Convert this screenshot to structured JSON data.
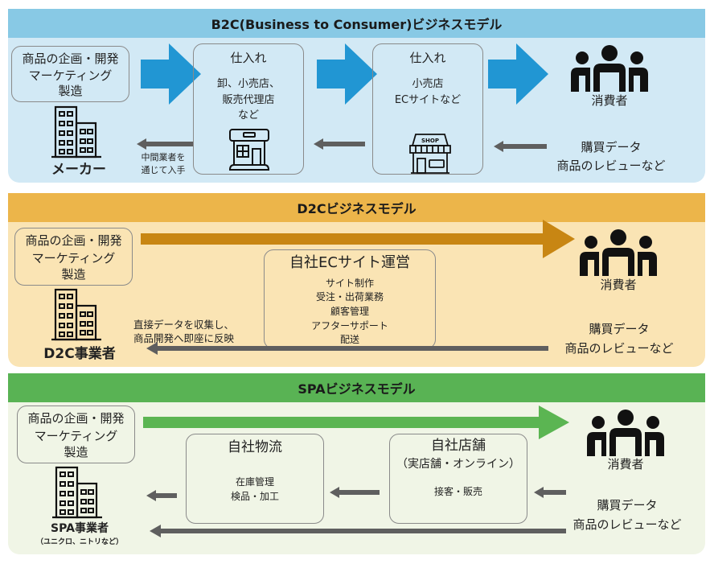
{
  "colors": {
    "b2c_header": "#88c9e5",
    "b2c_body": "#d2e9f5",
    "b2c_arrow": "#2196d3",
    "d2c_header": "#ecb54a",
    "d2c_body": "#fae4b4",
    "d2c_arrow": "#c88613",
    "spa_header": "#59b354",
    "spa_body": "#f0f5e6",
    "spa_arrow": "#5bb552",
    "return_arrow": "#5f5f5f"
  },
  "b2c": {
    "title": "B2C(Business to Consumer)ビジネスモデル",
    "maker_box": [
      "商品の企画・開発",
      "マーケティング",
      "製造"
    ],
    "maker_label": "メーカー",
    "return_note": [
      "中間業者を",
      "通じて入手"
    ],
    "wholesale_box": {
      "title": "仕入れ",
      "lines": [
        "卸、小売店、",
        "販売代理店",
        "など"
      ]
    },
    "retail_box": {
      "title": "仕入れ",
      "lines": [
        "小売店",
        "ECサイトなど"
      ],
      "shop_sign": "SHOP"
    },
    "consumer_label": "消費者",
    "feedback": [
      "購買データ",
      "商品のレビューなど"
    ]
  },
  "d2c": {
    "title": "D2Cビジネスモデル",
    "maker_box": [
      "商品の企画・開発",
      "マーケティング",
      "製造"
    ],
    "maker_label": "D2C事業者",
    "return_note": [
      "直接データを収集し、",
      "商品開発へ即座に反映"
    ],
    "ec_box": {
      "title": "自社ECサイト運営",
      "lines": [
        "サイト制作",
        "受注・出荷業務",
        "顧客管理",
        "アフターサポート",
        "配送"
      ]
    },
    "consumer_label": "消費者",
    "feedback": [
      "購買データ",
      "商品のレビューなど"
    ]
  },
  "spa": {
    "title": "SPAビジネスモデル",
    "maker_box": [
      "商品の企画・開発",
      "マーケティング",
      "製造"
    ],
    "maker_label": "SPA事業者",
    "maker_sublabel": "（ユニクロ、ニトリなど）",
    "logistics_box": {
      "title": "自社物流",
      "lines": [
        "在庫管理",
        "検品・加工"
      ]
    },
    "store_box": {
      "title": "自社店舗",
      "subtitle": "（実店舗・オンライン）",
      "lines": [
        "接客・販売"
      ]
    },
    "consumer_label": "消費者",
    "feedback": [
      "購買データ",
      "商品のレビューなど"
    ]
  }
}
